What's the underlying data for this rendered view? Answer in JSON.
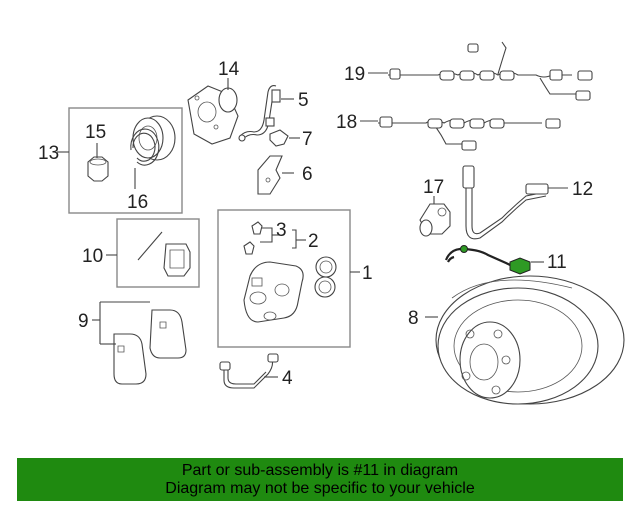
{
  "diagram": {
    "callouts": {
      "c1": "1",
      "c2": "2",
      "c3": "3",
      "c4": "4",
      "c5": "5",
      "c6": "6",
      "c7": "7",
      "c8": "8",
      "c9": "9",
      "c10": "10",
      "c11": "11",
      "c12": "12",
      "c13": "13",
      "c14": "14",
      "c15": "15",
      "c16": "16",
      "c17": "17",
      "c18": "18",
      "c19": "19"
    },
    "highlighted_part": "11",
    "highlight_color": "#2e9a24"
  },
  "banner": {
    "line1": "Part or sub-assembly is #11 in diagram",
    "line2": "Diagram may not be specific to your vehicle",
    "background": "#1f8a10"
  }
}
